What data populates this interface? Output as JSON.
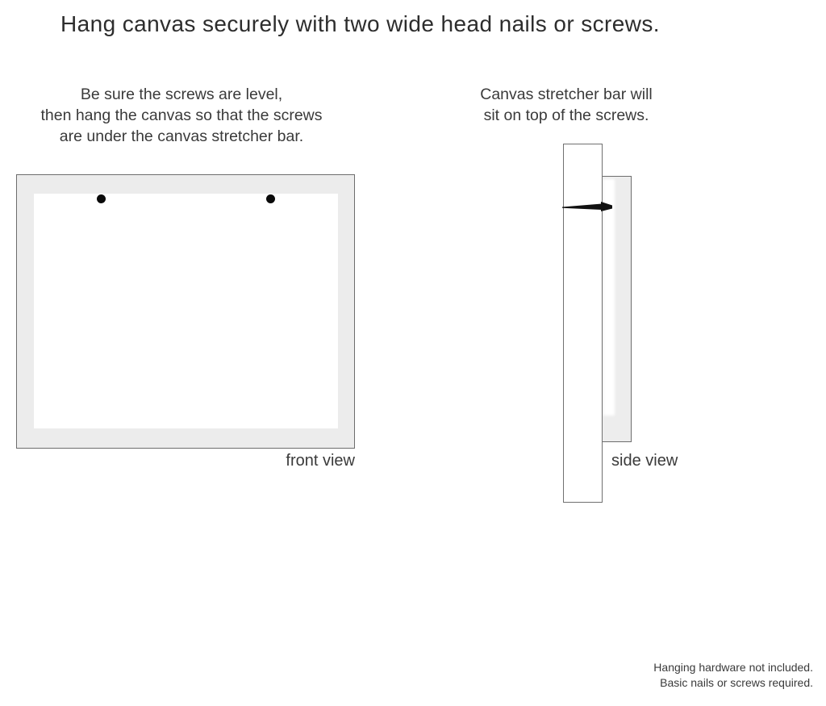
{
  "page": {
    "title": "Hang canvas securely with two wide head nails or screws.",
    "left_instruction_lines": [
      "Be sure the screws are level,",
      "then hang the canvas so that the screws",
      "are under the canvas stretcher bar."
    ],
    "right_instruction_lines": [
      "Canvas stretcher bar will",
      "sit on top of the screws."
    ],
    "front_view_label": "front view",
    "side_view_label": "side view",
    "footnote_lines": [
      "Hanging hardware not included.",
      "Basic nails or screws required."
    ]
  },
  "diagram": {
    "front_view": {
      "screw_count": 2,
      "canvas_fill": "#ececec",
      "inner_fill": "#ffffff",
      "border_color": "#6d6d6d",
      "screw_color": "#0a0a0a"
    },
    "side_view": {
      "canvas_fill": "#ededed",
      "bar_fill": "#ffffff",
      "border_color": "#707070",
      "nail_color": "#111111"
    }
  }
}
